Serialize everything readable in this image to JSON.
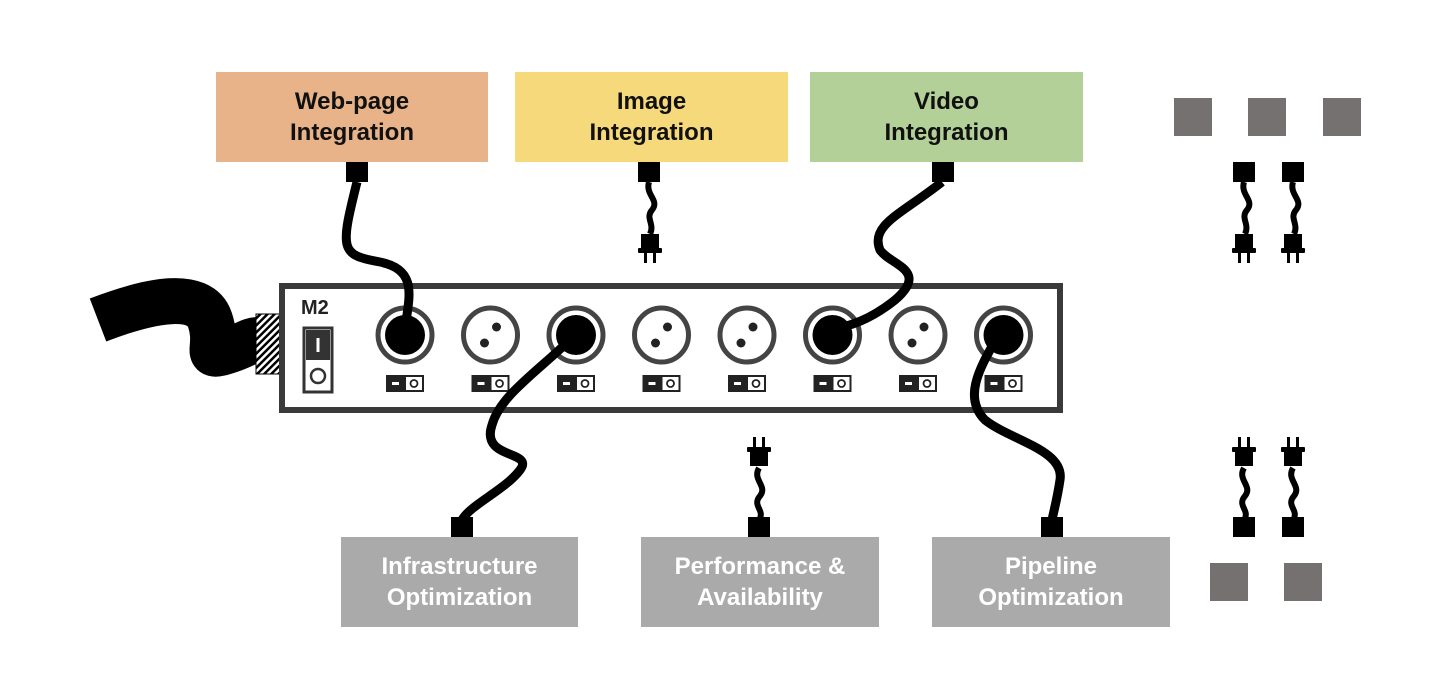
{
  "strip_label": "M2",
  "colors": {
    "web": "#e8b388",
    "image": "#f6d97a",
    "video": "#b3d098",
    "bottom": "#a9aaa9",
    "placeholder": "#767171",
    "strip_border": "#3a3a3a"
  },
  "top_modules": [
    {
      "label": "Web-page\nIntegration",
      "plugged": true
    },
    {
      "label": "Image\nIntegration",
      "plugged": false
    },
    {
      "label": "Video\nIntegration",
      "plugged": true
    }
  ],
  "bottom_modules": [
    {
      "label": "Infrastructure\nOptimization",
      "plugged": true
    },
    {
      "label": "Performance &\nAvailability",
      "plugged": false
    },
    {
      "label": "Pipeline\nOptimization",
      "plugged": true
    }
  ],
  "sockets": [
    {
      "state": "plugged"
    },
    {
      "state": "empty"
    },
    {
      "state": "plugged"
    },
    {
      "state": "empty"
    },
    {
      "state": "empty"
    },
    {
      "state": "plugged"
    },
    {
      "state": "empty"
    },
    {
      "state": "plugged"
    }
  ],
  "placeholder_icons": [
    "module-placeholder-icon",
    "module-placeholder-icon",
    "module-placeholder-icon",
    "module-placeholder-icon",
    "module-placeholder-icon"
  ]
}
